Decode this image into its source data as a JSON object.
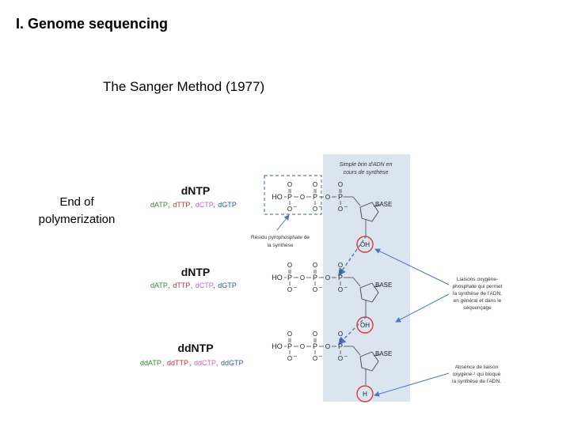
{
  "heading": "I. Genome sequencing",
  "subtitle": "The Sanger Method (1977)",
  "side_label": [
    "End of",
    "polymerization"
  ],
  "colors": {
    "strand_bg": "#dbe5ef",
    "pyro_box": "#5a7fa3",
    "arrow": "#4a78c0",
    "circle": "#d93a3a",
    "dA": "#2e8b2e",
    "dT": "#cc3030",
    "dC": "#d060c8",
    "dG": "#2a5db0"
  },
  "figure": {
    "strand_caption": [
      "Simple brin d'ADN en",
      "cours de synthèse"
    ],
    "pyro_caption": [
      "Résidu pyrophosphate de",
      "la synthèse"
    ],
    "bond_caption": [
      "Liaisons oxygène-",
      "phosphate qui permet",
      "la synthèse de l'ADN,",
      "en général et dans le",
      "séquençage"
    ],
    "absence_caption": [
      "Absence de liaison",
      "oxygène-¹ qui bloque",
      "la synthèse de l'ADN."
    ],
    "rows": [
      {
        "title": "dNTP",
        "nucleotides": [
          {
            "text": "dATP",
            "color_key": "dA"
          },
          {
            "text": "dTTP",
            "color_key": "dT"
          },
          {
            "text": "dCTP",
            "color_key": "dC"
          },
          {
            "text": "dGTP",
            "color_key": "dG"
          }
        ],
        "base": "BASE",
        "end": "OH"
      },
      {
        "title": "dNTP",
        "nucleotides": [
          {
            "text": "dATP",
            "color_key": "dA"
          },
          {
            "text": "dTTP",
            "color_key": "dT"
          },
          {
            "text": "dCTP",
            "color_key": "dC"
          },
          {
            "text": "dGTP",
            "color_key": "dG"
          }
        ],
        "base": "BASE",
        "end": "OH"
      },
      {
        "title": "ddNTP",
        "nucleotides": [
          {
            "text": "ddATP",
            "color_key": "dA"
          },
          {
            "text": "ddTTP",
            "color_key": "dT"
          },
          {
            "text": "ddCTP",
            "color_key": "dC"
          },
          {
            "text": "ddGTP",
            "color_key": "dG"
          }
        ],
        "base": "BASE",
        "end": "H"
      }
    ],
    "formula": {
      "ho": "HO",
      "p": "P",
      "o": "O",
      "dash": "–",
      "minus": "–"
    }
  }
}
